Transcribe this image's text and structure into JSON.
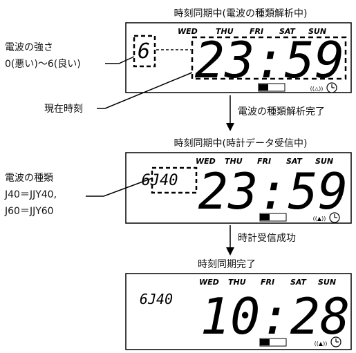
{
  "panel1": {
    "title": "時刻同期中(電波の種類解析中)",
    "days": [
      "WED",
      "THU",
      "FRI",
      "SAT",
      "SUN"
    ],
    "signal_level": "6",
    "time": "23:59"
  },
  "panel2": {
    "title": "時刻同期中(時計データ受信中)",
    "days": [
      "WED",
      "THU",
      "FRI",
      "SAT",
      "SUN"
    ],
    "station": "6J40",
    "time": "23:59"
  },
  "panel3": {
    "title": "時刻同期完了",
    "days": [
      "WED",
      "THU",
      "FRI",
      "SAT",
      "SUN"
    ],
    "station": "6J40",
    "time": "10:28"
  },
  "labels": {
    "strength_line1": "電波の強さ",
    "strength_line2": "0(悪い)〜6(良い)",
    "current_time": "現在時刻",
    "type_line1": "電波の種類",
    "type_line2": "J40＝JJY40,",
    "type_line3": "J60＝JJY60"
  },
  "steps": {
    "step1": "電波の種類解析完了",
    "step2": "時計受信成功"
  },
  "icons": [
    "antenna-icon",
    "clock-icon",
    "battery-icon"
  ]
}
